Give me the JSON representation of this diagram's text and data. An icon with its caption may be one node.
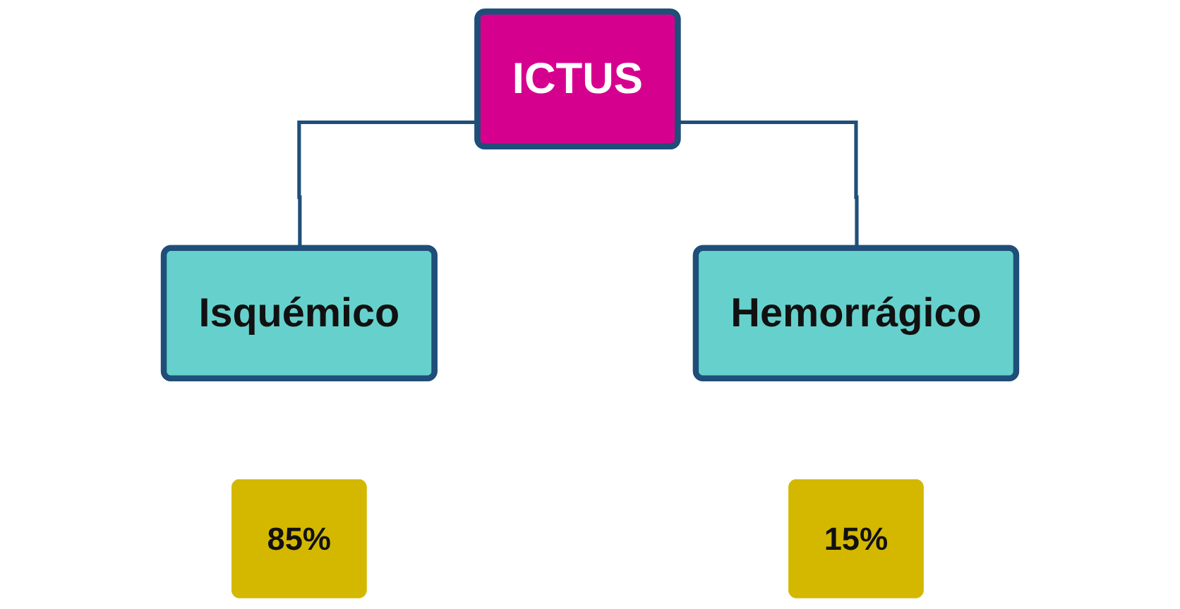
{
  "diagram": {
    "nodes": [
      {
        "text": [
          "ICTUS"
        ]
      },
      {
        "text": [
          "Isquémico"
        ]
      },
      {
        "text": [
          "Hemorrágico"
        ]
      },
      {
        "text": [
          "85%"
        ]
      },
      {
        "text": [
          "15%"
        ]
      }
    ],
    "edges": [
      {
        "from": 0,
        "to": 1,
        "arrow": "none"
      },
      {
        "from": 0,
        "to": 2,
        "arrow": "none"
      }
    ]
  }
}
